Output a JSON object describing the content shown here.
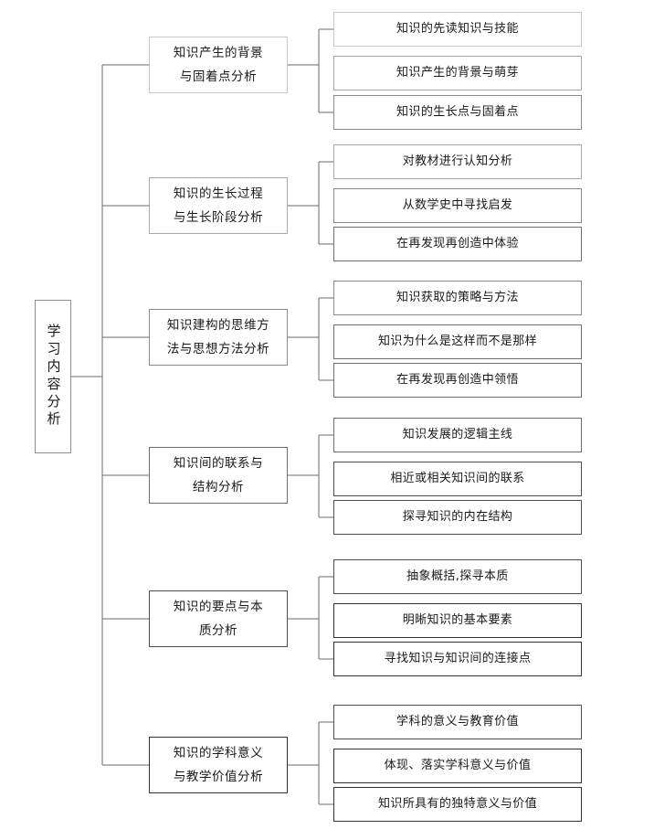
{
  "diagram": {
    "title": "学习内容分析",
    "type": "tree-mindmap",
    "root": {
      "label": "学习内容分析",
      "orientation": "vertical-text"
    },
    "branches": [
      {
        "label": "知识产生的背景与固着点分析",
        "line1": "知识产生的背景",
        "line2": "与固着点分析",
        "leaves": [
          "知识的先读知识与技能",
          "知识产生的背景与萌芽",
          "知识的生长点与固着点"
        ]
      },
      {
        "label": "知识的生长过程与生长阶段分析",
        "line1": "知识的生长过程",
        "line2": "与生长阶段分析",
        "leaves": [
          "对教材进行认知分析",
          "从数学史中寻找启发",
          "在再发现再创造中体验"
        ]
      },
      {
        "label": "知识建构的思维方法与思想方法分析",
        "line1": "知识建构的思维方",
        "line2": "法与思想方法分析",
        "leaves": [
          "知识获取的策略与方法",
          "知识为什么是这样而不是那样",
          "在再发现再创造中领悟"
        ]
      },
      {
        "label": "知识间的联系与结构分析",
        "line1": "知识间的联系与",
        "line2": "结构分析",
        "leaves": [
          "知识发展的逻辑主线",
          "相近或相关知识间的联系",
          "探寻知识的内在结构"
        ]
      },
      {
        "label": "知识的要点与本质分析",
        "line1": "知识的要点与本",
        "line2": "质分析",
        "leaves": [
          "抽象概括,探寻本质",
          "明晰知识的基本要素",
          "寻找知识与知识间的连接点"
        ]
      },
      {
        "label": "知识的学科意义与教学价值分析",
        "line1": "知识的学科意义",
        "line2": "与教学价值分析",
        "leaves": [
          "学科的意义与教育价值",
          "体现、落实学科意义与价值",
          "知识所具有的独特意义与价值"
        ]
      }
    ],
    "colors": {
      "background": "#ffffff",
      "text": "#1a1a1a",
      "line": "#6b6b6b",
      "border": "#9a9a9a"
    }
  }
}
